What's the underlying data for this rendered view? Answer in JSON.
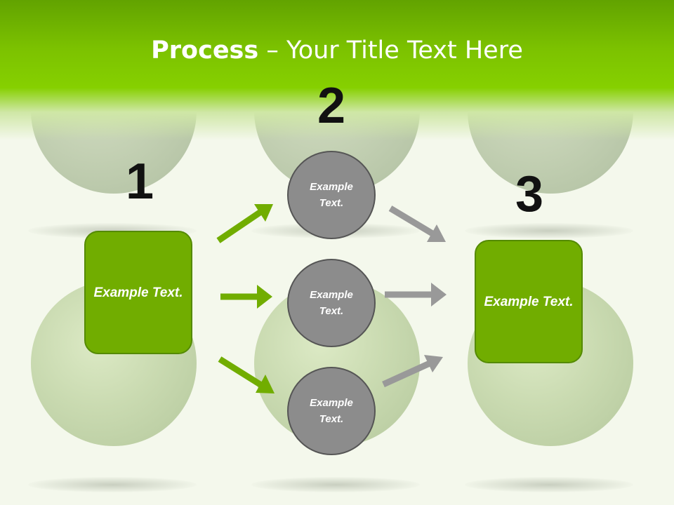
{
  "title": {
    "bold": "Process",
    "rest": " – Your Title Text Here"
  },
  "steps": {
    "one": "1",
    "two": "2",
    "three": "3"
  },
  "left_box": {
    "label": "Example Text."
  },
  "right_box": {
    "label": "Example Text."
  },
  "circles": [
    {
      "label": "Example Text."
    },
    {
      "label": "Example Text."
    },
    {
      "label": "Example Text."
    }
  ],
  "colors": {
    "green": "#71ad00",
    "gray": "#8c8c8c",
    "header": "#7cc200"
  }
}
